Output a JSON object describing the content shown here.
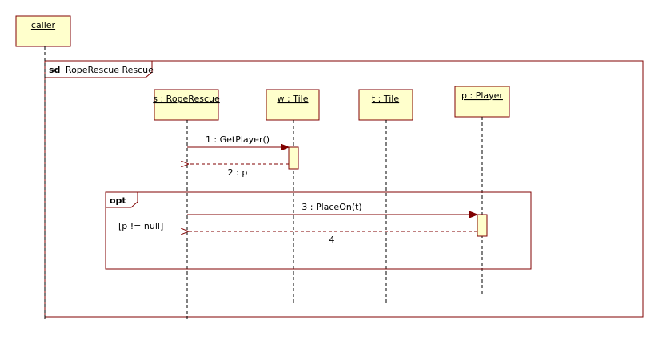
{
  "colors": {
    "box_fill": "#FFFFCC",
    "frame_stroke": "#800000",
    "box_stroke": "#800000",
    "line": "#000000",
    "arrow_head": "#800000"
  },
  "caller": {
    "label": "caller"
  },
  "frame": {
    "keyword": "sd",
    "name": "RopeRescue Rescue"
  },
  "lifelines": {
    "s": {
      "label": "s : RopeRescue"
    },
    "w": {
      "label": "w : Tile"
    },
    "t": {
      "label": "t : Tile"
    },
    "p": {
      "label": "p : Player"
    }
  },
  "messages": {
    "m1": {
      "label": "1 : GetPlayer()"
    },
    "m2": {
      "label": "2 : p"
    },
    "m3": {
      "label": "3 : PlaceOn(t)"
    },
    "m4": {
      "label": "4"
    }
  },
  "opt": {
    "keyword": "opt",
    "guard": "[p != null]"
  }
}
